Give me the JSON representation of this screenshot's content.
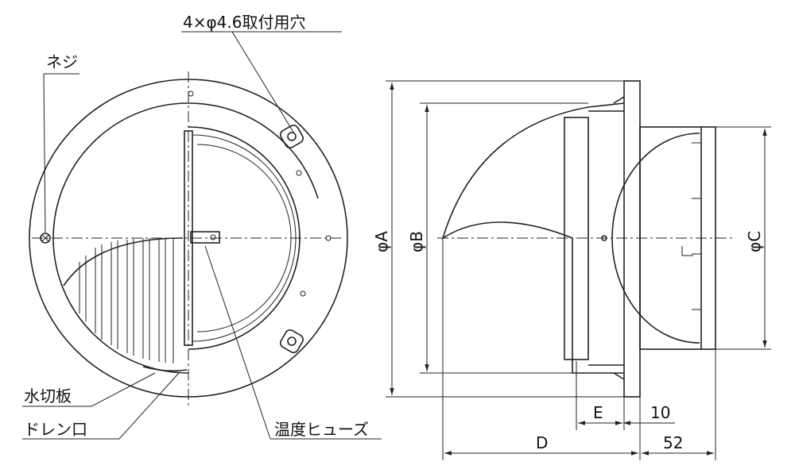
{
  "labels": {
    "mount_holes": "4×φ4.6取付用穴",
    "screw": "ネジ",
    "drip_plate": "水切板",
    "drain": "ドレン口",
    "thermal_fuse": "温度ヒューズ"
  },
  "dimensions": {
    "phi_a": "φA",
    "phi_b": "φB",
    "phi_c": "φC",
    "e": "E",
    "ten": "10",
    "d": "D",
    "fifty_two": "52"
  }
}
